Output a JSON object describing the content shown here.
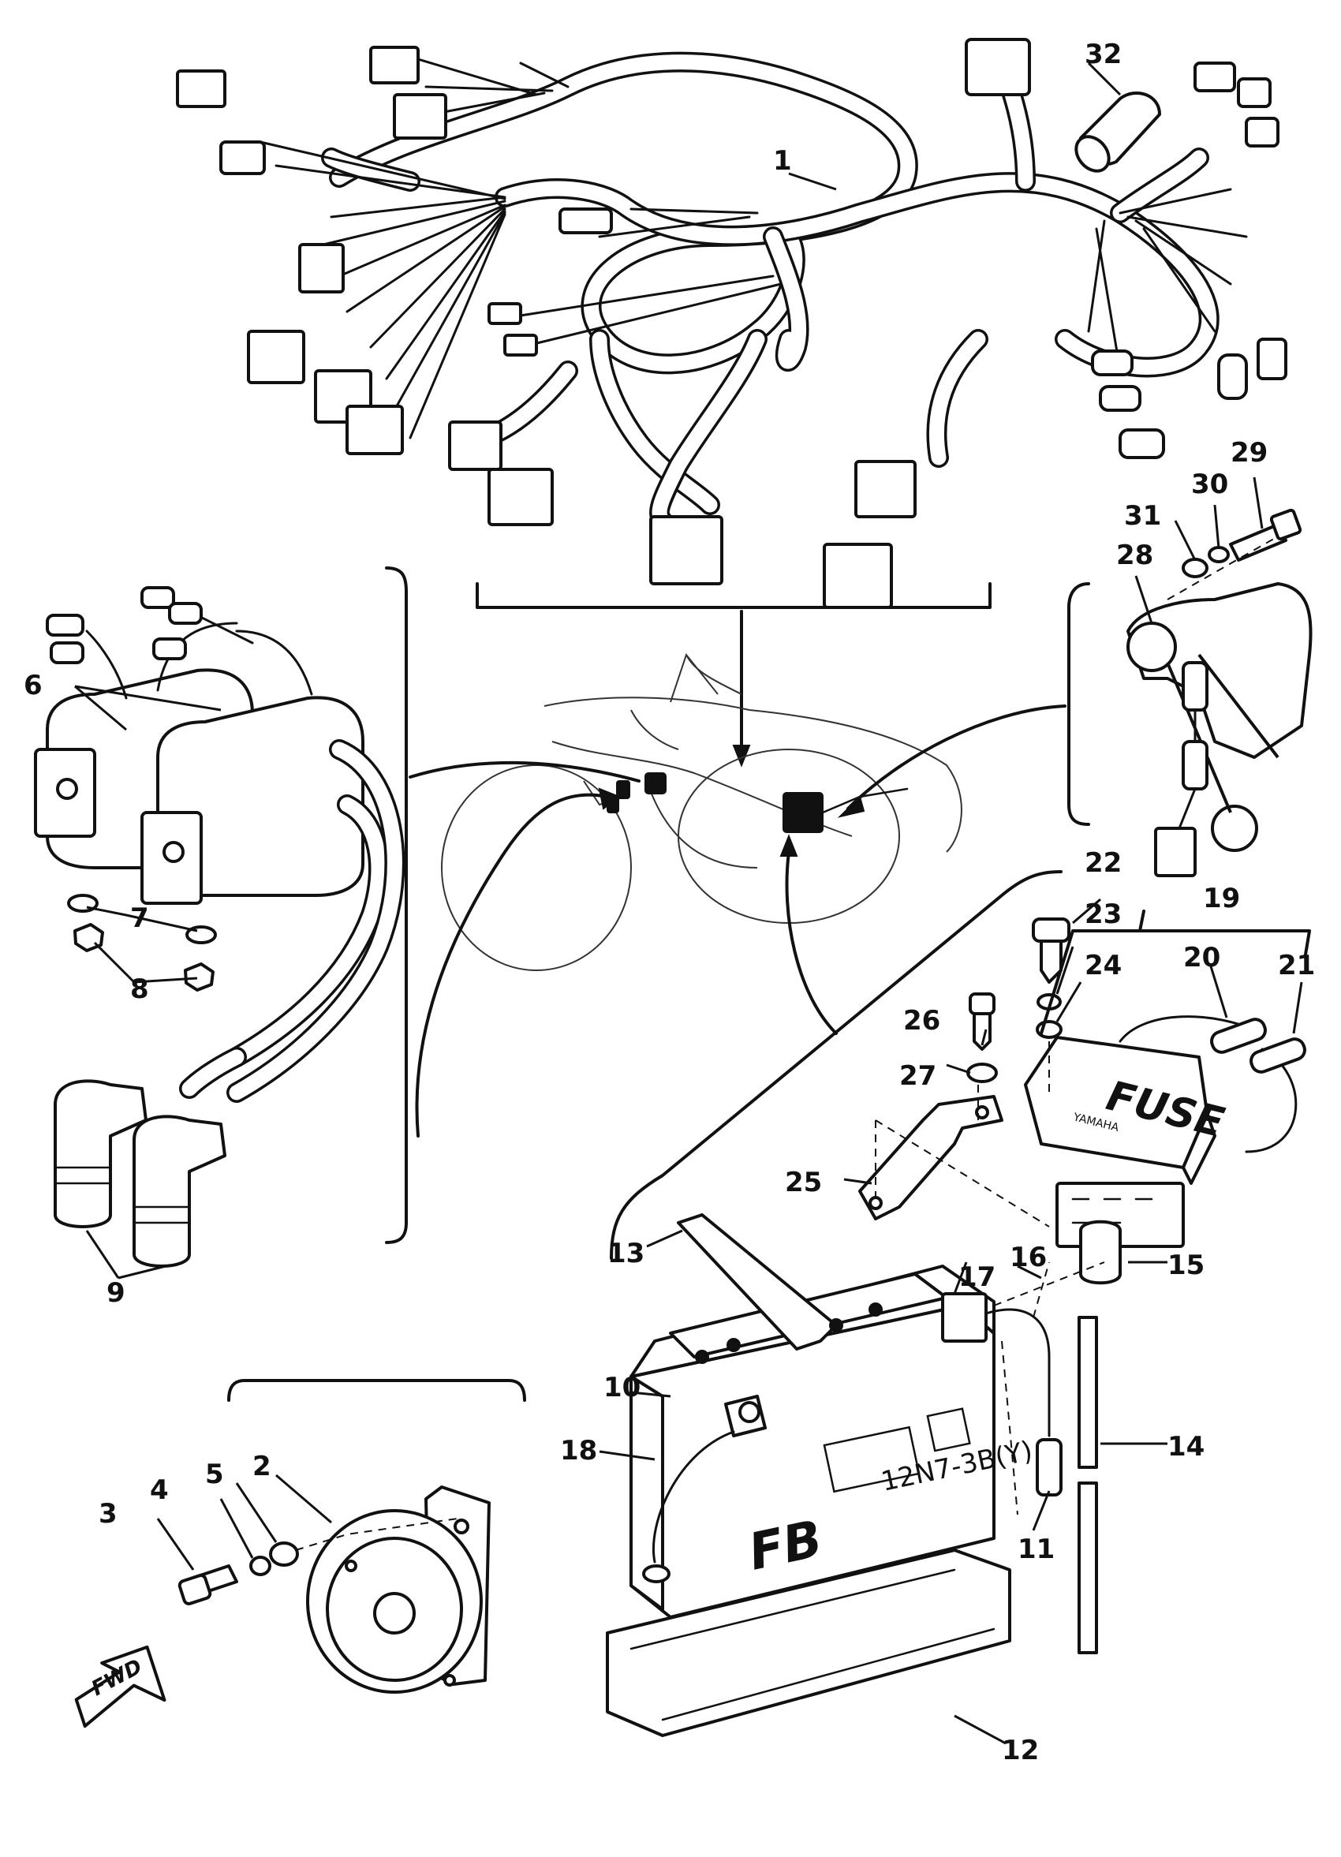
{
  "callouts": {
    "p1": "1",
    "p2": "2",
    "p3": "3",
    "p4": "4",
    "p5": "5",
    "p6": "6",
    "p7": "7",
    "p8": "8",
    "p9": "9",
    "p10": "10",
    "p11": "11",
    "p12": "12",
    "p13": "13",
    "p14": "14",
    "p15": "15",
    "p16": "16",
    "p17": "17",
    "p18": "18",
    "p19": "19",
    "p20": "20",
    "p21": "21",
    "p22": "22",
    "p23": "23",
    "p24": "24",
    "p25": "25",
    "p26": "26",
    "p27": "27",
    "p28": "28",
    "p29": "29",
    "p30": "30",
    "p31": "31",
    "p32": "32"
  },
  "fuse_box": {
    "label": "FUSE",
    "brand": "YAMAHA"
  },
  "battery": {
    "brand_mark": "FB",
    "model": "12N7-3B(Y)"
  },
  "direction": {
    "label": "FWD"
  }
}
